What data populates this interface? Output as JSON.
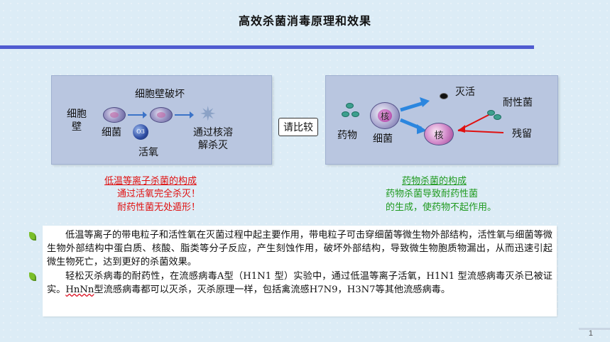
{
  "slide": {
    "title": "高效杀菌消毒原理和效果",
    "page_number": "1"
  },
  "left_panel": {
    "cell_wall_label": "细胞\n壁",
    "wall_break_label": "细胞壁破坏",
    "bacteria_label": "细菌",
    "oxygen_label": "活氧",
    "oxygen_symbol": "O3",
    "lysis_label": "通过核溶\n解杀灭"
  },
  "compare_label": "请比较",
  "right_panel": {
    "inactivate_label": "灭活",
    "resistant_label": "耐性菌",
    "drug_label": "药物",
    "bacteria_label": "细菌",
    "residue_label": "残留",
    "nucleus_label": "核",
    "nucleus_label_2": "核"
  },
  "left_caption": {
    "title": "低温等离子杀菌的构成",
    "line1": "通过活氧完全杀灭！",
    "line2": "耐药性菌无处遁形！"
  },
  "right_caption": {
    "title": "药物杀菌的构成",
    "line1": "药物杀菌导致耐药性菌",
    "line2": "的生成，使药物不起作用。"
  },
  "body": {
    "para1": "低温等离子的带电粒子和活性氧在灭菌过程中起主要作用，带电粒子可击穿细菌等微生物外部结构，活性氧与细菌等微生物外部结构中蛋白质、核酸、脂类等分子反应，产生刻蚀作用，破坏外部结构，导致微生物胞质物漏出，从而迅速引起微生物死亡，达到更好的杀菌效果。",
    "para2_a": "轻松灭杀病毒的耐药性，在流感病毒A型（H1N1 型）实验中，通过低温等离子活氧，H1N1 型流感病毒灭杀已被证实。",
    "para2_squig": "HnNn",
    "para2_b": "型流感病毒都可以灭杀，灭杀原理一样，包括禽流感H7N9，H3N7等其他流感病毒。"
  },
  "colors": {
    "title_rule": "#4f5bd0",
    "caption_left": "#e01010",
    "caption_right": "#1f9a1f",
    "bullet": "#7bbf2a",
    "panel": "#b9c6e0"
  }
}
